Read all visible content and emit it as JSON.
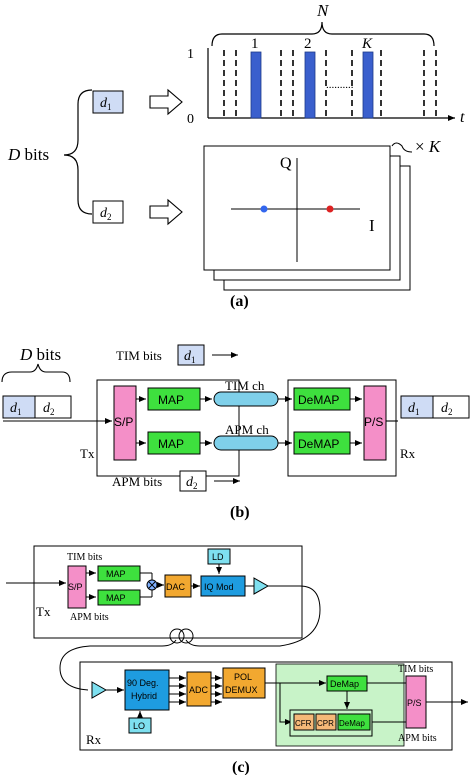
{
  "panel_a": {
    "N": "N",
    "axis_1": "1",
    "axis_0": "0",
    "axis_t": "t",
    "pulse_labels": [
      "1",
      "2",
      "K"
    ],
    "dots": "..........",
    "D_bits": "D bits",
    "d1": "d",
    "d1_sub": "1",
    "d2": "d",
    "d2_sub": "2",
    "times_K": "× K",
    "Q": "Q",
    "I": "I",
    "caption": "(a)"
  },
  "panel_b": {
    "D_bits": "D bits",
    "tim_bits": "TIM bits",
    "apm_bits": "APM bits",
    "d1": "d",
    "d1_sub": "1",
    "d2": "d",
    "d2_sub": "2",
    "sp": "S/P",
    "map1": "MAP",
    "map2": "MAP",
    "tim_ch": "TIM ch",
    "apm_ch": "APM ch",
    "demap1": "DeMAP",
    "demap2": "DeMAP",
    "ps": "P/S",
    "tx": "Tx",
    "rx": "Rx",
    "caption": "(b)"
  },
  "panel_c": {
    "tim_bits_tx": "TIM bits",
    "apm_bits_tx": "APM bits",
    "sp": "S/P",
    "map1": "MAP",
    "map2": "MAP",
    "dac": "DAC",
    "ld": "LD",
    "iq_mod": "IQ Mod",
    "tx": "Tx",
    "hybrid_l1": "90 Deg.",
    "hybrid_l2": "Hybrid",
    "lo": "LO",
    "adc": "ADC",
    "pol_l1": "POL",
    "pol_l2": "DEMUX",
    "demap_top": "DeMap",
    "cfr": "CFR",
    "cpr": "CPR",
    "demap_bot": "DeMap",
    "ps": "P/S",
    "tim_bits_rx": "TIM bits",
    "apm_bits_rx": "APM bits",
    "rx": "Rx",
    "caption": "(c)"
  },
  "colors": {
    "pulse_blue": "#3a5fcd",
    "dot_blue": "#3366ee",
    "dot_red": "#dd2222",
    "pink": "#f48fc8",
    "green": "#3ee03e",
    "channel": "#7fd0ea",
    "d_box": "#cfdcf5",
    "orange": "#f2a830",
    "blue_block": "#1e9ce0",
    "light_blue": "#7ee0f0",
    "light_green_bg": "#c8f3c8"
  }
}
